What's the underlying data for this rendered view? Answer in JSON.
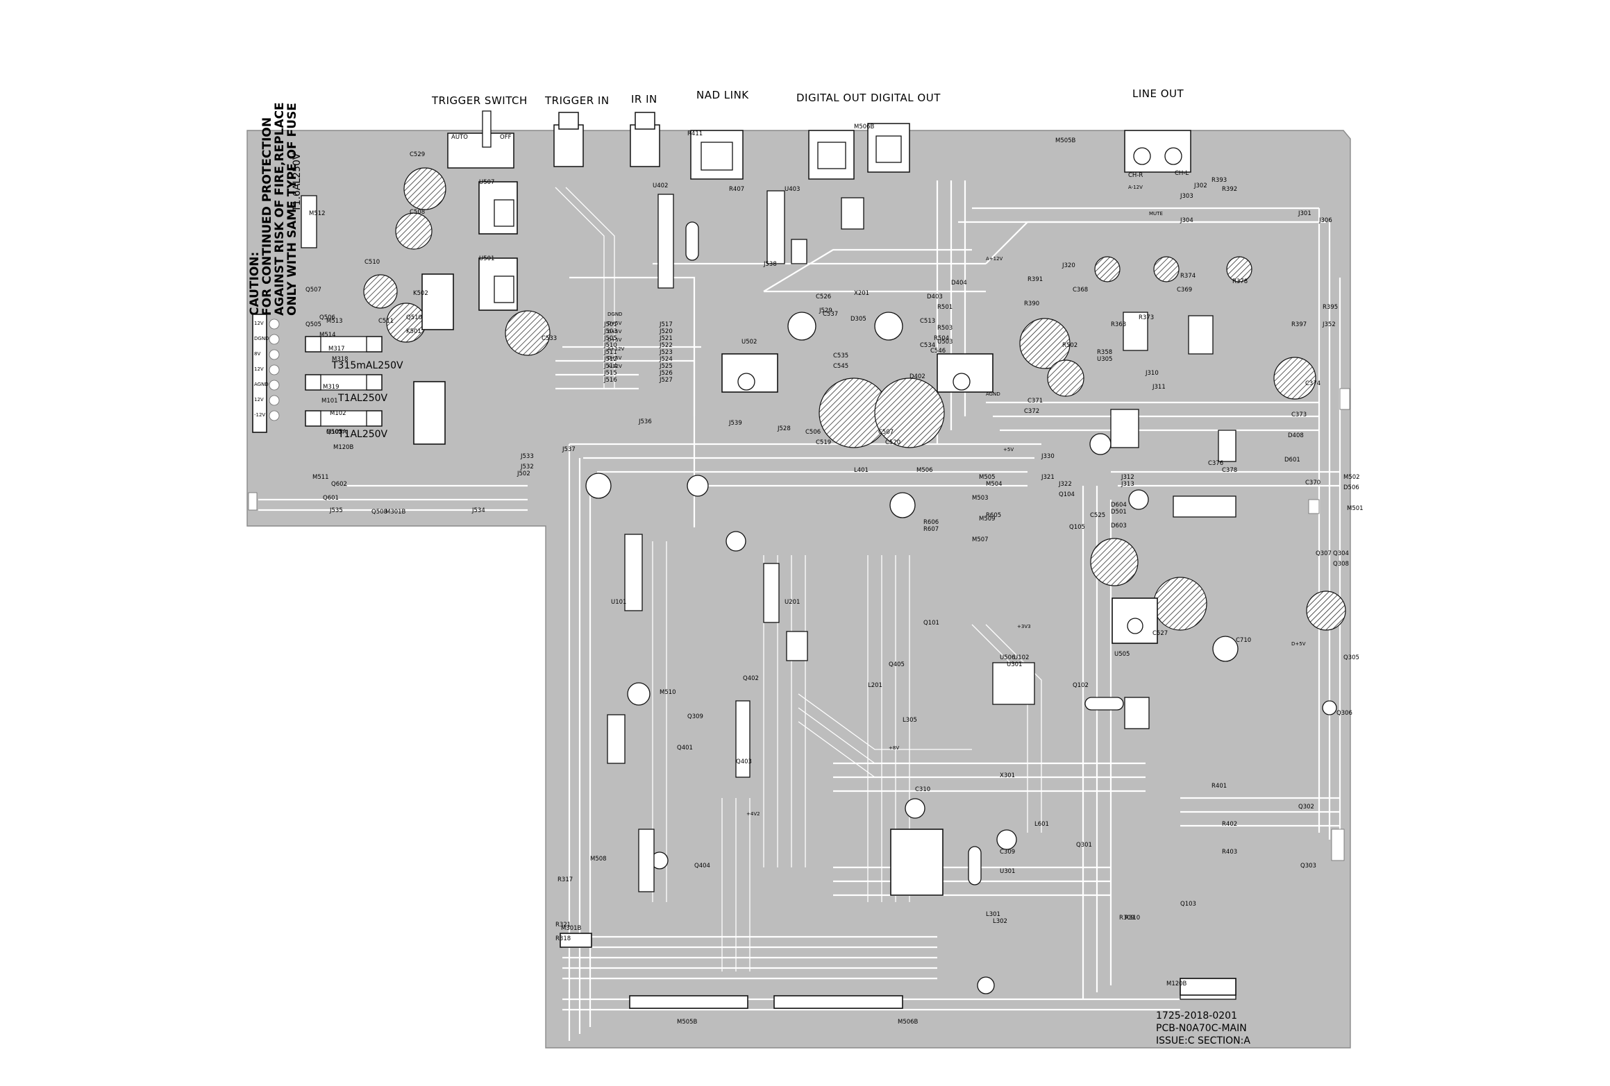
{
  "header_labels": {
    "trigger_switch": "TRIGGER SWITCH",
    "trigger_in": "TRIGGER IN",
    "ir_in": "IR IN",
    "nad_link": "NAD LINK",
    "digital_out_1": "DIGITAL OUT",
    "digital_out_2": "DIGITAL OUT",
    "line_out": "LINE OUT"
  },
  "switch_labels": {
    "auto": "AUTO",
    "off": "OFF"
  },
  "caution": {
    "title": "CAUTION:",
    "line1": "FOR CONTINUED PROTECTION",
    "line2": "AGAINST RISK OF FIRE,REPLACE",
    "line3": "ONLY WITH SAME TYPE OF FUSE"
  },
  "fuses": {
    "f1": "T1.6AL250V",
    "f2": "T315mAL250V",
    "f3": "T1AL250V",
    "f4": "T1AL250V"
  },
  "line_out_channels": {
    "right": "CH-R",
    "left": "CH-L"
  },
  "footer": {
    "part_number": "1725-2018-0201",
    "pcb_name": "PCB-N0A70C-MAIN",
    "issue": "ISSUE:C SECTION:A"
  },
  "component_refs": [
    "U507",
    "U501",
    "U402",
    "U403",
    "U502",
    "U503",
    "U505",
    "U506",
    "U305",
    "U301",
    "U201",
    "U101",
    "U102",
    "U301",
    "C529",
    "C508",
    "C510",
    "C511",
    "C533",
    "C519",
    "C520",
    "C506",
    "C507",
    "C525",
    "C527",
    "C371",
    "C372",
    "C373",
    "C374",
    "C534",
    "C546",
    "C535",
    "C545",
    "C513",
    "C537",
    "C526",
    "C368",
    "C369",
    "C376",
    "C378",
    "C370",
    "C710",
    "C310",
    "C309",
    "J539",
    "J538",
    "J536",
    "J537",
    "J535",
    "J534",
    "J533",
    "J532",
    "J502",
    "J501",
    "J503",
    "J505",
    "J510",
    "J511",
    "J512",
    "J514",
    "J515",
    "J516",
    "J517",
    "J520",
    "J521",
    "J522",
    "J523",
    "J524",
    "J525",
    "J526",
    "J527",
    "J528",
    "J529",
    "J301",
    "J302",
    "J303",
    "J304",
    "J306",
    "J310",
    "J311",
    "J312",
    "J313",
    "J320",
    "J321",
    "J322",
    "J330",
    "J352",
    "R411",
    "R407",
    "R392",
    "R393",
    "R391",
    "R390",
    "R395",
    "R397",
    "R358",
    "R363",
    "R373",
    "R374",
    "R378",
    "R502",
    "R503",
    "R504",
    "R501",
    "R605",
    "R606",
    "R607",
    "R402",
    "R403",
    "R401",
    "R321",
    "R318",
    "R317",
    "R309",
    "R310",
    "Q301",
    "Q302",
    "Q303",
    "Q304",
    "Q305",
    "Q306",
    "Q307",
    "Q308",
    "Q309",
    "Q401",
    "Q402",
    "Q403",
    "Q404",
    "Q405",
    "Q101",
    "Q102",
    "Q103",
    "Q104",
    "Q105",
    "Q601",
    "Q602",
    "Q502",
    "Q505",
    "Q506",
    "Q507",
    "Q508",
    "Q510",
    "K501",
    "K502",
    "L401",
    "L301",
    "L302",
    "L305",
    "L201",
    "L601",
    "X301",
    "X201",
    "D305",
    "D404",
    "D403",
    "D402",
    "D408",
    "D601",
    "D603",
    "D604",
    "D501",
    "D506",
    "M501",
    "M502",
    "M503",
    "M504",
    "M505",
    "M506",
    "M507",
    "M508",
    "M509",
    "M510",
    "M511",
    "M512",
    "M513",
    "M514",
    "M317",
    "M318",
    "M319",
    "M101",
    "M102",
    "M105A",
    "M120B",
    "M301B",
    "M505B",
    "M506B"
  ],
  "connector_labels": {
    "m505b": "M505B",
    "m506b": "M506B",
    "m120b": "M120B",
    "m301b": "M301B"
  },
  "left_connector_pins": [
    "12V",
    "DGND",
    "8V",
    "12V",
    "AGND",
    "12V",
    "-12V"
  ],
  "power_rail_labels": [
    "D+5V",
    "D+5V",
    "D+5V",
    "A+12V",
    "D+5V",
    "A-12V",
    "DGND",
    "AGND",
    "A+12V",
    "A-12V",
    "MUTE",
    "+5V",
    "+4V2",
    "+8V",
    "+3V3",
    "D+5V"
  ]
}
